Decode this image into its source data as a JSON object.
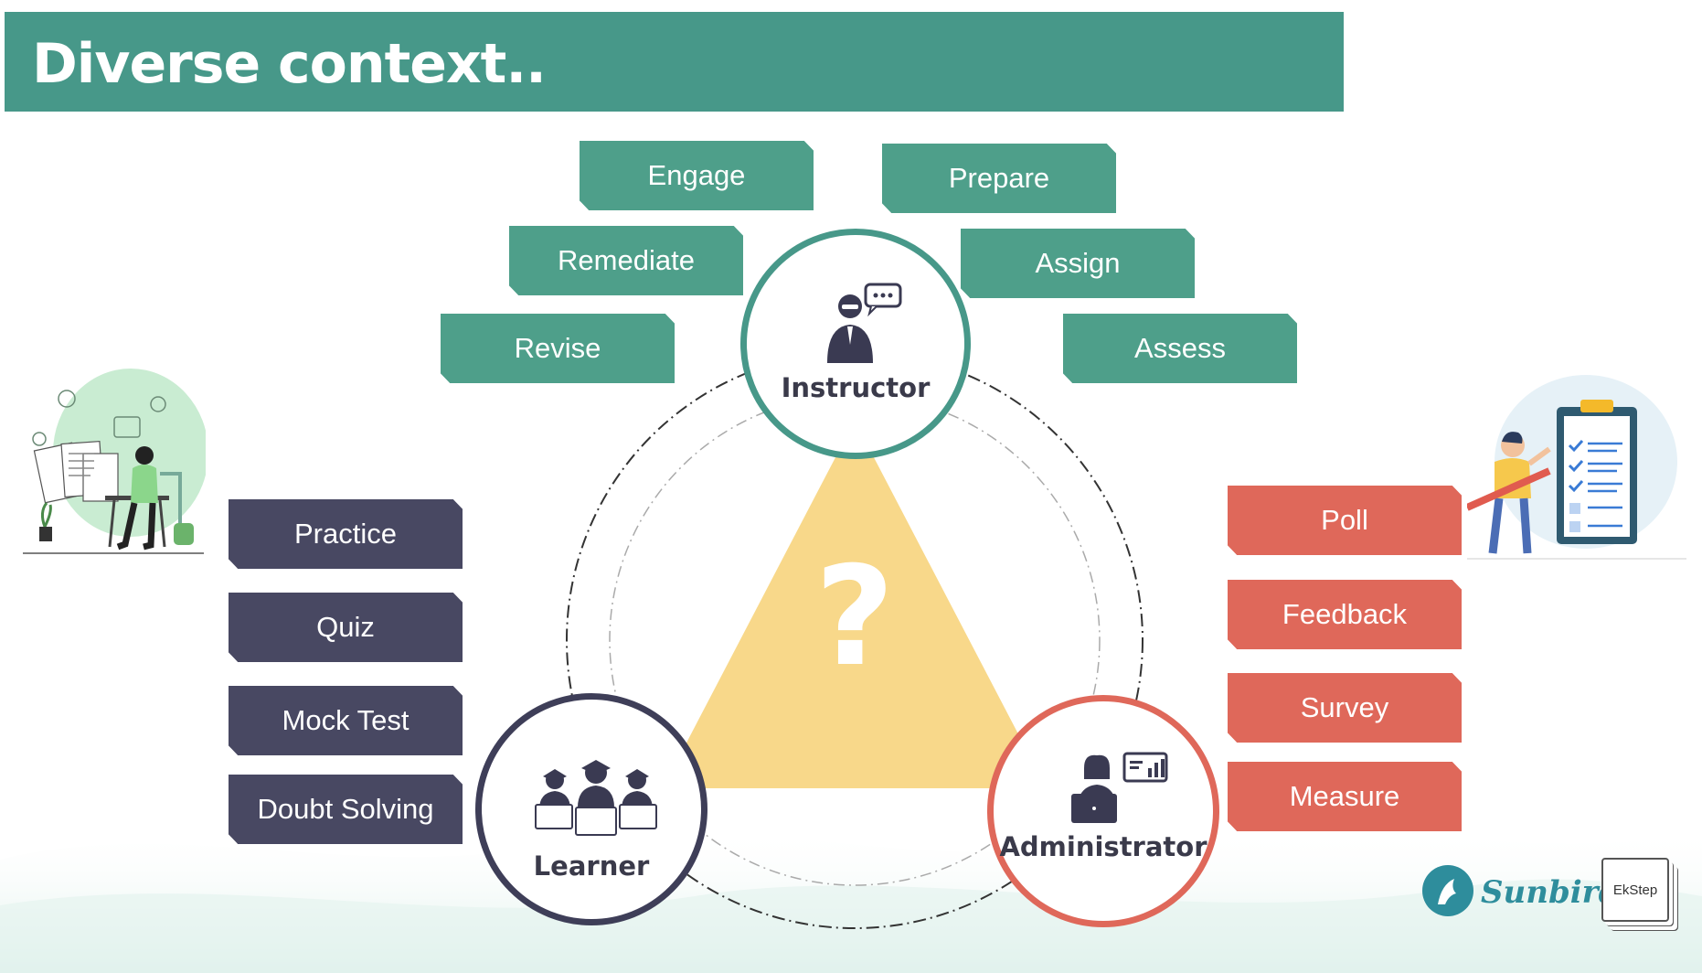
{
  "title": "Diverse context..",
  "instructor": {
    "label": "Instructor",
    "tags": [
      "Engage",
      "Prepare",
      "Remediate",
      "Assign",
      "Revise",
      "Assess"
    ]
  },
  "learner": {
    "label": "Learner",
    "tags": [
      "Practice",
      "Quiz",
      "Mock Test",
      "Doubt Solving"
    ]
  },
  "administrator": {
    "label": "Administrator",
    "tags": [
      "Poll",
      "Feedback",
      "Survey",
      "Measure"
    ]
  },
  "center_symbol": "?",
  "logos": {
    "sunbird": "Sunbird",
    "ekstep": "EkStep"
  },
  "colors": {
    "instructor": "#4e9f8a",
    "learner": "#484862",
    "administrator": "#df685a",
    "triangle": "#f8d88a",
    "title_bar": "#479889"
  }
}
